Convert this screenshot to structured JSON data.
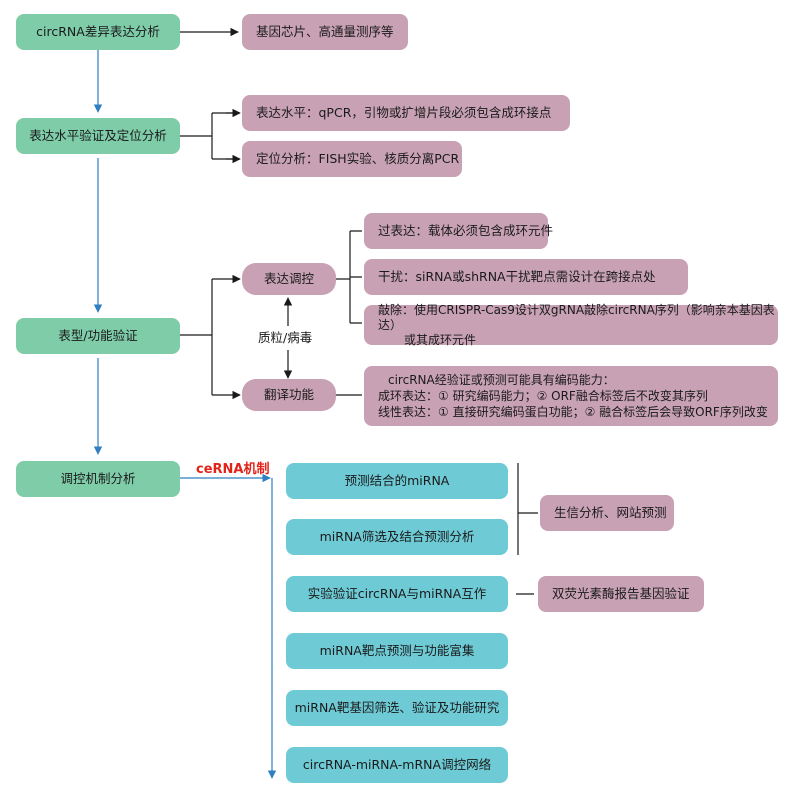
{
  "main_steps": {
    "step1": "circRNA差异表达分析",
    "step2": "表达水平验证及定位分析",
    "step3": "表型/功能验证",
    "step4": "调控机制分析"
  },
  "step1_detail": "基因芯片、高通量测序等",
  "step2_details": {
    "expression": "表达水平：qPCR，引物或扩增片段必须包含成环接点",
    "localization": "定位分析：FISH实验、核质分离PCR"
  },
  "step3": {
    "regulation_label": "表达调控",
    "translation_label": "翻译功能",
    "vector_label": "质粒/病毒",
    "overexpression": "过表达：载体必须包含成环元件",
    "interference": "干扰：siRNA或shRNA干扰靶点需设计在跨接点处",
    "knockout_line1": "敲除：使用CRISPR-Cas9设计双gRNA敲除circRNA序列（影响亲本基因表达）",
    "knockout_line2": "或其成环元件",
    "translation_line1": "circRNA经验证或预测可能具有编码能力：",
    "translation_line2": "成环表达：① 研究编码能力；② ORF融合标签后不改变其序列",
    "translation_line3": "线性表达：① 直接研究编码蛋白功能；② 融合标签后会导致ORF序列改变"
  },
  "step4": {
    "cerna_label": "ceRNA机制",
    "items": [
      "预测结合的miRNA",
      "miRNA筛选及结合预测分析",
      "实验验证circRNA与miRNA互作",
      "miRNA靶点预测与功能富集",
      "miRNA靶基因筛选、验证及功能研究",
      "circRNA-miRNA-mRNA调控网络"
    ],
    "bioinfo": "生信分析、网站预测",
    "luciferase": "双荧光素酶报告基因验证"
  },
  "colors": {
    "main_step": "#7fcca9",
    "detail": "#c8a2b4",
    "cerna_step": "#6ecbd6",
    "arrow_blue": "#2f7fc1",
    "cerna_label": "#e2231a"
  }
}
